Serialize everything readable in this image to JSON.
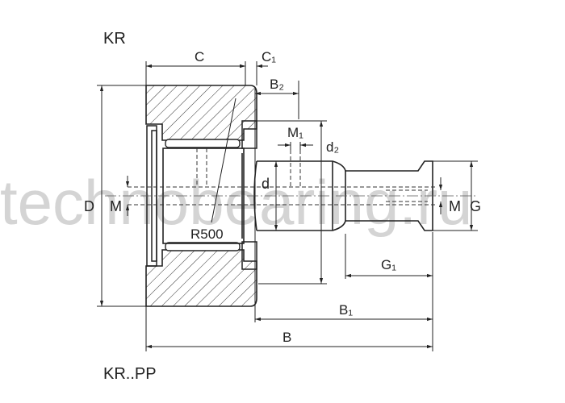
{
  "diagram": {
    "title_top": "KR",
    "title_bottom": "KR..PP",
    "watermark": "technobearing.ru",
    "dimensions": {
      "C": "C",
      "C1": "C₁",
      "B2": "B₂",
      "M1": "M₁",
      "d2": "d₂",
      "d": "d",
      "D": "D",
      "M_left": "M",
      "M_right": "M",
      "G": "G",
      "G1": "G₁",
      "B1": "B₁",
      "B": "B",
      "R500": "R500"
    }
  }
}
